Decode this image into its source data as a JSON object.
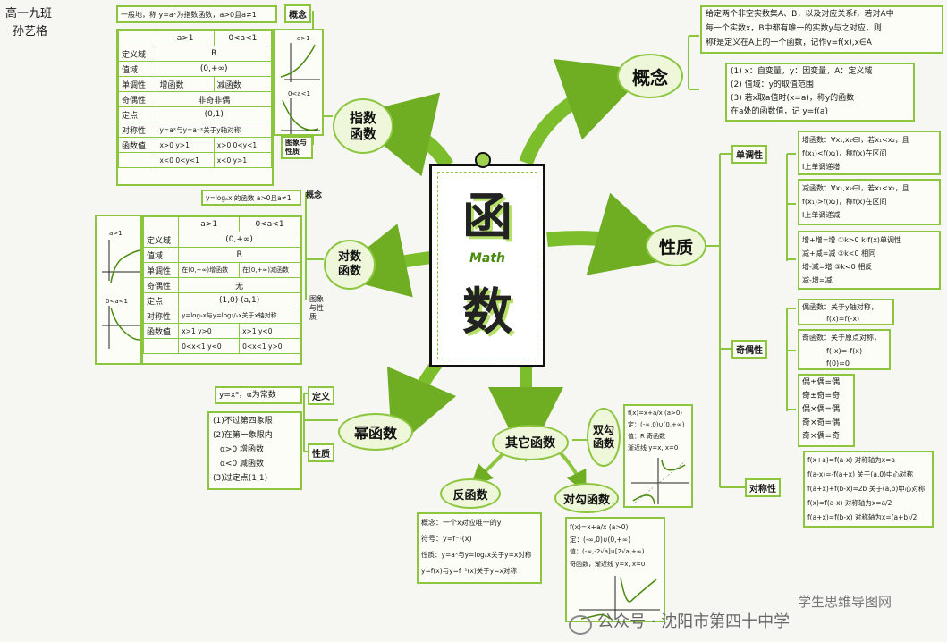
{
  "author": {
    "class": "高一九班",
    "name": "孙艺格"
  },
  "center": {
    "title_top": "函",
    "title_bottom": "数",
    "subtitle": "Math"
  },
  "concept": {
    "label": "概念",
    "def": [
      "给定两个非空实数集A、B，以及对应关系f，若对A中",
      "每一个实数x，B中都有唯一的实数y与之对应，则",
      "称f是定义在A上的一个函数，记作y=f(x),x∈A"
    ],
    "notes": [
      "(1) x：自变量，y：因变量，A：定义域",
      "(2) 值域：y的取值范围",
      "(3) 若x取a值时(x=a)，称y的函数",
      "在a处的函数值，记 y=f(a)"
    ]
  },
  "properties": {
    "label": "性质",
    "monotonic": {
      "label": "单调性",
      "inc": [
        "增函数：∀x₁,x₂∈I，若x₁<x₂，且",
        "f(x₁)<f(x₂)，称f(x)在区间",
        "I上单调递增"
      ],
      "dec": [
        "减函数：∀x₁,x₂∈I，若x₁<x₂，且",
        "f(x₁)>f(x₂)，称f(x)在区间",
        "I上单调递减"
      ],
      "rules": [
        "增+增=增  ①k>0 k·f(x)单调性",
        "减+减=减  ②k<0   相同",
        "增-减=增  ③k<0   相反",
        "减-增=减"
      ]
    },
    "parity": {
      "label": "奇偶性",
      "even": [
        "偶函数：关于y轴对称，",
        "f(x)=f(-x)"
      ],
      "odd": [
        "奇函数：关于原点对称，",
        "f(-x)=-f(x)",
        "f(0)=0"
      ],
      "rules": [
        "偶±偶=偶",
        "奇±奇=奇",
        "偶×偶=偶",
        "奇×奇=偶",
        "奇×偶=奇"
      ]
    },
    "symmetry": {
      "label": "对称性",
      "rules": [
        "f(x+a)=f(a-x)  对称轴为x=a",
        "f(a-x)=-f(a+x)  关于(a,0)中心对称",
        "f(a+x)+f(b-x)=2b 关于(a,b)中心对称",
        "f(x)=f(a-x)   对称轴为x=a/2",
        "f(a+x)=f(b-x)  对称轴为x=(a+b)/2"
      ]
    }
  },
  "exponential": {
    "label": "指数函数",
    "def": "一般地，称 y=aˣ为指数函数，a>0且a≠1",
    "def_tag": "概念",
    "header": [
      "",
      "a>1",
      "0<a<1"
    ],
    "rows": [
      [
        "定义域",
        "R"
      ],
      [
        "值域",
        "(0,+∞)"
      ],
      [
        "单调性",
        "增函数",
        "减函数"
      ],
      [
        "奇偶性",
        "非奇非偶"
      ],
      [
        "定点",
        "(0,1)"
      ],
      [
        "对称性",
        "y=aˣ与y=a⁻ˣ关于y轴对称"
      ],
      [
        "函数值",
        "x>0 y>1",
        "x>0 0<y<1"
      ],
      [
        "",
        "x<0 0<y<1",
        "x<0 y>1"
      ]
    ],
    "side_tag": "图象与性质",
    "graph_labels": [
      "a>1",
      "0<a<1"
    ]
  },
  "logarithmic": {
    "label": "对数函数",
    "def": "y=logₐx 的函数 a>0且a≠1",
    "def_tag": "概念",
    "header": [
      "",
      "a>1",
      "0<a<1"
    ],
    "rows": [
      [
        "定义域",
        "(0,+∞)"
      ],
      [
        "值域",
        "R"
      ],
      [
        "单调性",
        "在(0,+∞)增函数",
        "在(0,+∞)减函数"
      ],
      [
        "奇偶性",
        "无"
      ],
      [
        "定点",
        "(1,0) (a,1)"
      ],
      [
        "对称性",
        "y=logₐx与y=log₁/ₐx关于x轴对称"
      ],
      [
        "函数值",
        "x>1 y>0",
        "x>1 y<0"
      ],
      [
        "",
        "0<x<1 y<0",
        "0<x<1 y>0"
      ]
    ],
    "side_tag": "图象与性质",
    "graph_labels": [
      "a>1",
      "0<a<1"
    ]
  },
  "power": {
    "label": "幂函数",
    "def": "y=xᵅ，α为常数",
    "def_tag": "定义",
    "props": [
      "(1)不过第四象限",
      "(2)在第一象限内",
      "α>0  增函数",
      "α<0  减函数",
      "(3)过定点(1,1)"
    ],
    "props_tag": "性质"
  },
  "other": {
    "label": "其它函数",
    "hook": {
      "label": "双勾函数",
      "lines": [
        "f(x)=x+a/x (a>0)",
        "定：(-∞,0)∪(0,+∞)",
        "值：R  奇函数",
        "渐近线 y=x, x=0"
      ]
    },
    "inverse": {
      "label": "反函数",
      "lines": [
        "概念：一个x对应唯一的y",
        "符号：y=f⁻¹(x)",
        "性质：y=aˣ与y=logₐx关于y=x对称",
        "y=f(x)与y=f⁻¹(x)关于y=x对称"
      ]
    },
    "check": {
      "label": "对勾函数",
      "lines": [
        "f(x)=x+a/x (a>0)",
        "定：(-∞,0)∪(0,+∞)",
        "值：(-∞,-2√a]∪[2√a,+∞)",
        "奇函数，渐近线 y=x, x=0"
      ]
    }
  },
  "watermark": {
    "top": "学生思维导图网",
    "bottom": "公众号 · 沈阳市第四十中学"
  }
}
